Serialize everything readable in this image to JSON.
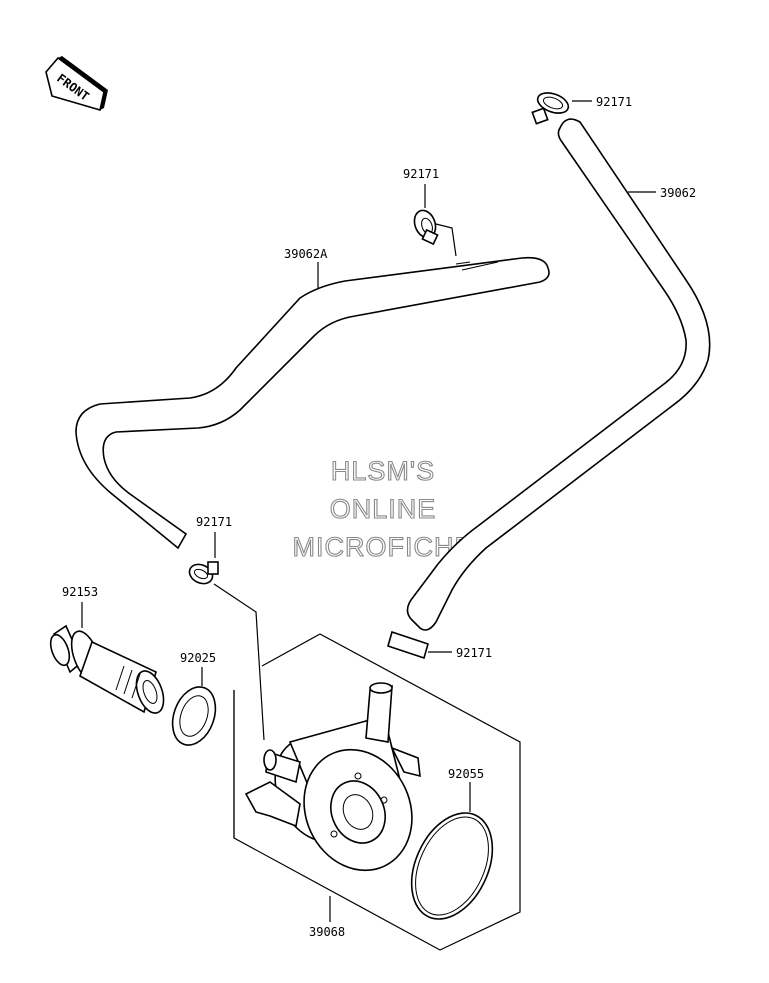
{
  "front_arrow": {
    "label": "FRONT"
  },
  "watermark": {
    "lines": [
      "HLSM'S",
      "ONLINE",
      "MICROFICHE"
    ]
  },
  "parts": [
    {
      "id": "clamp-top-right",
      "number": "92171"
    },
    {
      "id": "hose-right",
      "number": "39062"
    },
    {
      "id": "clamp-top-middle",
      "number": "92171"
    },
    {
      "id": "hose-left",
      "number": "39062A"
    },
    {
      "id": "clamp-left",
      "number": "92171"
    },
    {
      "id": "fitting-bolt",
      "number": "92153"
    },
    {
      "id": "gasket-washer",
      "number": "92025"
    },
    {
      "id": "clamp-lower-right",
      "number": "92171"
    },
    {
      "id": "o-ring",
      "number": "92055"
    },
    {
      "id": "oil-cooler",
      "number": "39068"
    }
  ]
}
